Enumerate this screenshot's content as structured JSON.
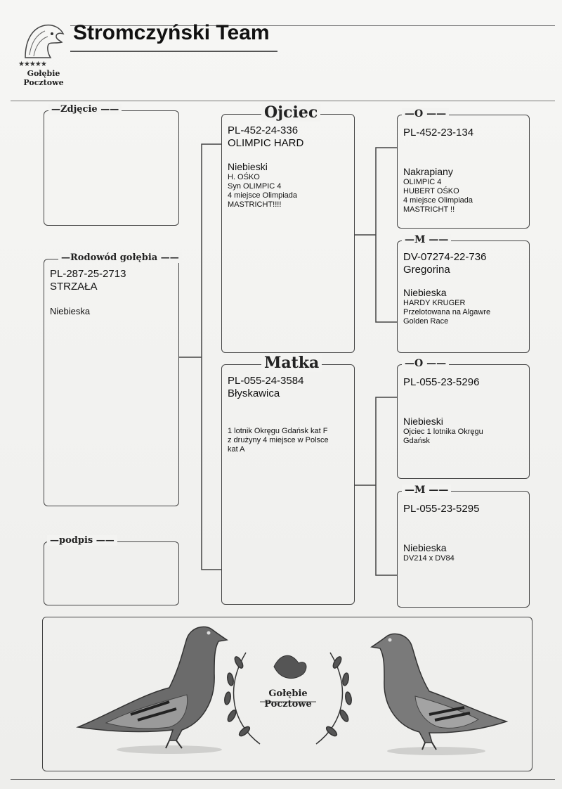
{
  "header": {
    "title": "Stromczyński Team",
    "logo_text_1": "Gołębie",
    "logo_text_2": "Pocztowe",
    "logo_stars": "★★★★★"
  },
  "photo": {
    "legend": "Zdjęcie"
  },
  "pigeon": {
    "legend": "Rodowód gołębia",
    "ring": "PL-287-25-2713",
    "name": "STRZAŁA",
    "color": "Niebieska"
  },
  "signature": {
    "legend": "podpis"
  },
  "father": {
    "legend": "Ojciec",
    "ring": "PL-452-24-336",
    "name": "OLIMPIC HARD",
    "color": "Niebieski",
    "notes": [
      "H. OŚKO",
      "Syn OLIMPIC 4",
      "4 miejsce Olimpiada",
      "MASTRICHT!!!!"
    ]
  },
  "mother": {
    "legend": "Matka",
    "ring": "PL-055-24-3584",
    "name": "Błyskawica",
    "notes": [
      "1 lotnik Okręgu Gdańsk kat F",
      "z drużyny 4 miejsce w Polsce",
      "kat A"
    ]
  },
  "ff": {
    "legend": "O",
    "ring": "PL-452-23-134",
    "color": "Nakrapiany",
    "notes": [
      "OLIMPIC 4",
      "HUBERT OŚKO",
      "4 miejsce Olimpiada",
      "MASTRICHT !!"
    ]
  },
  "fm": {
    "legend": "M",
    "ring": "DV-07274-22-736",
    "name": "Gregorina",
    "color": "Niebieska",
    "notes": [
      "HARDY KRUGER",
      "Przelotowana na Algawre",
      "Golden Race"
    ]
  },
  "mf": {
    "legend": "O",
    "ring": "PL-055-23-5296",
    "color": "Niebieski",
    "notes": [
      "Ojciec 1 lotnika Okręgu",
      "Gdańsk"
    ]
  },
  "mm": {
    "legend": "M",
    "ring": "PL-055-23-5295",
    "color": "Niebieska",
    "notes": [
      "DV214 x DV84"
    ]
  },
  "seal": {
    "line1": "Gołębie",
    "line2": "Pocztowe"
  },
  "colors": {
    "ink": "#1a1a1a",
    "frame": "#444444",
    "paper": "#f3f3f1"
  }
}
